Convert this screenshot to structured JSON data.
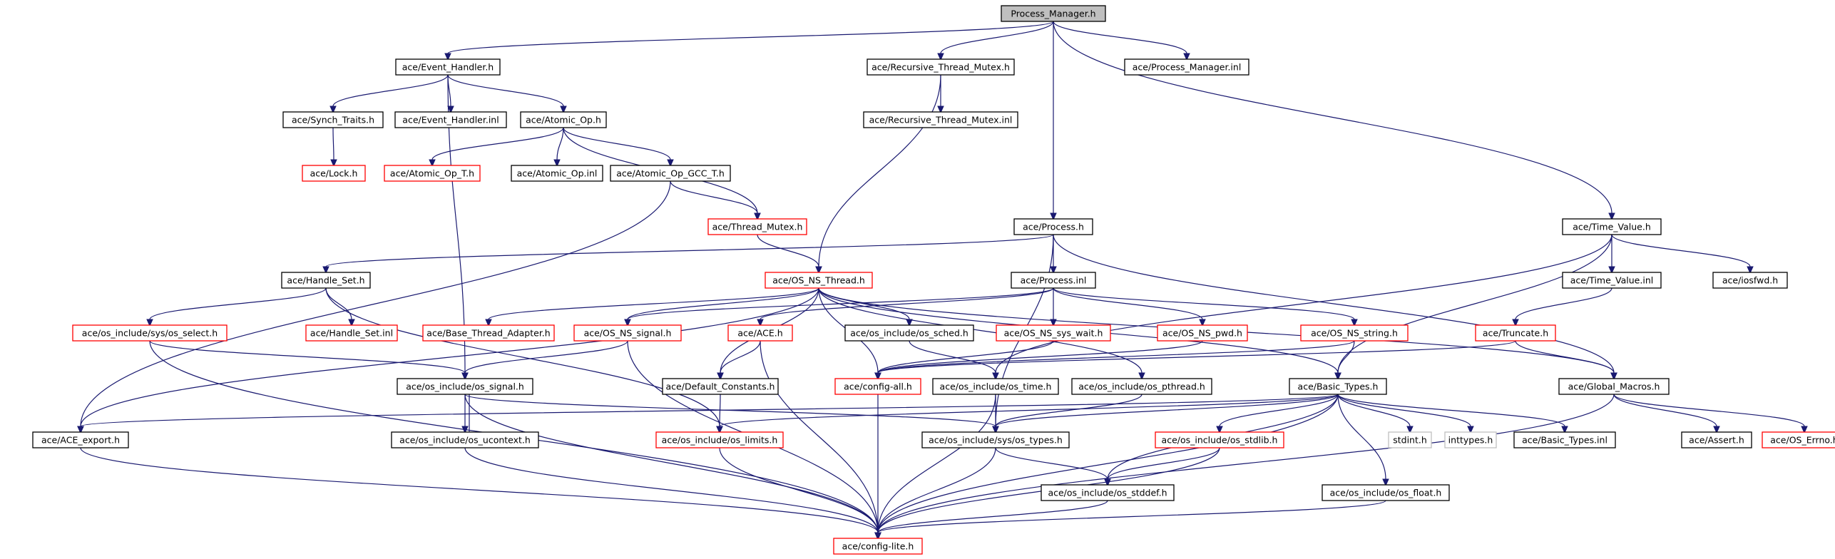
{
  "graph": {
    "colors": {
      "edge": "#191970",
      "normal_border": "#000000",
      "incomplete_border": "#ff0000",
      "missing_border": "#bfbfbf",
      "root_fill": "#bfbfbf"
    },
    "nodes": [
      {
        "id": "pm_h",
        "label": "Process_Manager.h",
        "kind": "root"
      },
      {
        "id": "event_handler_h",
        "label": "ace/Event_Handler.h",
        "kind": "normal"
      },
      {
        "id": "rec_mutex_h",
        "label": "ace/Recursive_Thread_Mutex.h",
        "kind": "normal"
      },
      {
        "id": "pm_inl",
        "label": "ace/Process_Manager.inl",
        "kind": "normal"
      },
      {
        "id": "synch_traits_h",
        "label": "ace/Synch_Traits.h",
        "kind": "normal"
      },
      {
        "id": "event_handler_inl",
        "label": "ace/Event_Handler.inl",
        "kind": "normal"
      },
      {
        "id": "atomic_op_h",
        "label": "ace/Atomic_Op.h",
        "kind": "normal"
      },
      {
        "id": "rec_mutex_inl",
        "label": "ace/Recursive_Thread_Mutex.inl",
        "kind": "normal"
      },
      {
        "id": "lock_h",
        "label": "ace/Lock.h",
        "kind": "incomplete"
      },
      {
        "id": "atomic_op_t_h",
        "label": "ace/Atomic_Op_T.h",
        "kind": "incomplete"
      },
      {
        "id": "atomic_op_inl",
        "label": "ace/Atomic_Op.inl",
        "kind": "normal"
      },
      {
        "id": "atomic_op_gcc_t_h",
        "label": "ace/Atomic_Op_GCC_T.h",
        "kind": "normal"
      },
      {
        "id": "thread_mutex_h",
        "label": "ace/Thread_Mutex.h",
        "kind": "incomplete"
      },
      {
        "id": "process_h",
        "label": "ace/Process.h",
        "kind": "normal"
      },
      {
        "id": "time_value_h",
        "label": "ace/Time_Value.h",
        "kind": "normal"
      },
      {
        "id": "handle_set_h",
        "label": "ace/Handle_Set.h",
        "kind": "normal"
      },
      {
        "id": "os_ns_thread_h",
        "label": "ace/OS_NS_Thread.h",
        "kind": "incomplete"
      },
      {
        "id": "process_inl",
        "label": "ace/Process.inl",
        "kind": "normal"
      },
      {
        "id": "time_value_inl",
        "label": "ace/Time_Value.inl",
        "kind": "normal"
      },
      {
        "id": "iosfwd_h",
        "label": "ace/iosfwd.h",
        "kind": "normal"
      },
      {
        "id": "os_select_h",
        "label": "ace/os_include/sys/os_select.h",
        "kind": "incomplete"
      },
      {
        "id": "handle_set_inl",
        "label": "ace/Handle_Set.inl",
        "kind": "incomplete"
      },
      {
        "id": "base_thread_adapter_h",
        "label": "ace/Base_Thread_Adapter.h",
        "kind": "incomplete"
      },
      {
        "id": "os_ns_signal_h",
        "label": "ace/OS_NS_signal.h",
        "kind": "incomplete"
      },
      {
        "id": "ace_h",
        "label": "ace/ACE.h",
        "kind": "incomplete"
      },
      {
        "id": "os_sched_h",
        "label": "ace/os_include/os_sched.h",
        "kind": "normal"
      },
      {
        "id": "os_ns_sys_wait_h",
        "label": "ace/OS_NS_sys_wait.h",
        "kind": "incomplete"
      },
      {
        "id": "os_ns_pwd_h",
        "label": "ace/OS_NS_pwd.h",
        "kind": "incomplete"
      },
      {
        "id": "os_ns_string_h",
        "label": "ace/OS_NS_string.h",
        "kind": "incomplete"
      },
      {
        "id": "truncate_h",
        "label": "ace/Truncate.h",
        "kind": "incomplete"
      },
      {
        "id": "os_signal_h",
        "label": "ace/os_include/os_signal.h",
        "kind": "normal"
      },
      {
        "id": "default_constants_h",
        "label": "ace/Default_Constants.h",
        "kind": "normal"
      },
      {
        "id": "config_all_h",
        "label": "ace/config-all.h",
        "kind": "incomplete"
      },
      {
        "id": "os_time_h",
        "label": "ace/os_include/os_time.h",
        "kind": "normal"
      },
      {
        "id": "os_pthread_h",
        "label": "ace/os_include/os_pthread.h",
        "kind": "normal"
      },
      {
        "id": "basic_types_h",
        "label": "ace/Basic_Types.h",
        "kind": "normal"
      },
      {
        "id": "global_macros_h",
        "label": "ace/Global_Macros.h",
        "kind": "normal"
      },
      {
        "id": "ace_export_h",
        "label": "ace/ACE_export.h",
        "kind": "normal"
      },
      {
        "id": "os_ucontext_h",
        "label": "ace/os_include/os_ucontext.h",
        "kind": "normal"
      },
      {
        "id": "os_limits_h",
        "label": "ace/os_include/os_limits.h",
        "kind": "incomplete"
      },
      {
        "id": "os_types_h",
        "label": "ace/os_include/sys/os_types.h",
        "kind": "normal"
      },
      {
        "id": "os_stdlib_h",
        "label": "ace/os_include/os_stdlib.h",
        "kind": "incomplete"
      },
      {
        "id": "stdint_h",
        "label": "stdint.h",
        "kind": "missing"
      },
      {
        "id": "inttypes_h",
        "label": "inttypes.h",
        "kind": "missing"
      },
      {
        "id": "basic_types_inl",
        "label": "ace/Basic_Types.inl",
        "kind": "normal"
      },
      {
        "id": "assert_h",
        "label": "ace/Assert.h",
        "kind": "normal"
      },
      {
        "id": "os_errno_h",
        "label": "ace/OS_Errno.h",
        "kind": "incomplete"
      },
      {
        "id": "os_stddef_h",
        "label": "ace/os_include/os_stddef.h",
        "kind": "normal"
      },
      {
        "id": "os_float_h",
        "label": "ace/os_include/os_float.h",
        "kind": "normal"
      },
      {
        "id": "config_lite_h",
        "label": "ace/config-lite.h",
        "kind": "incomplete"
      }
    ],
    "edges": [
      [
        "pm_h",
        "event_handler_h"
      ],
      [
        "pm_h",
        "rec_mutex_h"
      ],
      [
        "pm_h",
        "pm_inl"
      ],
      [
        "pm_h",
        "process_h"
      ],
      [
        "pm_h",
        "time_value_h"
      ],
      [
        "event_handler_h",
        "synch_traits_h"
      ],
      [
        "event_handler_h",
        "event_handler_inl"
      ],
      [
        "event_handler_h",
        "atomic_op_h"
      ],
      [
        "event_handler_h",
        "os_signal_h"
      ],
      [
        "synch_traits_h",
        "lock_h"
      ],
      [
        "atomic_op_h",
        "atomic_op_t_h"
      ],
      [
        "atomic_op_h",
        "atomic_op_inl"
      ],
      [
        "atomic_op_h",
        "atomic_op_gcc_t_h"
      ],
      [
        "atomic_op_h",
        "thread_mutex_h"
      ],
      [
        "atomic_op_gcc_t_h",
        "thread_mutex_h"
      ],
      [
        "atomic_op_gcc_t_h",
        "ace_export_h"
      ],
      [
        "rec_mutex_h",
        "rec_mutex_inl"
      ],
      [
        "rec_mutex_h",
        "os_ns_thread_h"
      ],
      [
        "thread_mutex_h",
        "os_ns_thread_h"
      ],
      [
        "process_h",
        "handle_set_h"
      ],
      [
        "process_h",
        "process_inl"
      ],
      [
        "process_h",
        "global_macros_h"
      ],
      [
        "process_h",
        "os_types_h"
      ],
      [
        "time_value_h",
        "time_value_inl"
      ],
      [
        "time_value_h",
        "iosfwd_h"
      ],
      [
        "time_value_h",
        "basic_types_h"
      ],
      [
        "time_value_h",
        "os_time_h"
      ],
      [
        "time_value_inl",
        "truncate_h"
      ],
      [
        "handle_set_h",
        "os_select_h"
      ],
      [
        "handle_set_h",
        "handle_set_inl"
      ],
      [
        "handle_set_h",
        "os_limits_h"
      ],
      [
        "os_ns_thread_h",
        "base_thread_adapter_h"
      ],
      [
        "os_ns_thread_h",
        "os_ns_signal_h"
      ],
      [
        "os_ns_thread_h",
        "os_sched_h"
      ],
      [
        "os_ns_thread_h",
        "default_constants_h"
      ],
      [
        "os_ns_thread_h",
        "config_all_h"
      ],
      [
        "os_ns_thread_h",
        "os_pthread_h"
      ],
      [
        "os_ns_thread_h",
        "basic_types_h"
      ],
      [
        "os_ns_thread_h",
        "global_macros_h"
      ],
      [
        "os_ns_thread_h",
        "ace_export_h"
      ],
      [
        "process_inl",
        "ace_h"
      ],
      [
        "process_inl",
        "os_ns_sys_wait_h"
      ],
      [
        "process_inl",
        "os_ns_pwd_h"
      ],
      [
        "process_inl",
        "os_ns_string_h"
      ],
      [
        "process_inl",
        "os_ns_signal_h"
      ],
      [
        "os_select_h",
        "os_signal_h"
      ],
      [
        "os_select_h",
        "config_lite_h"
      ],
      [
        "os_ns_signal_h",
        "os_signal_h"
      ],
      [
        "os_ns_signal_h",
        "config_lite_h"
      ],
      [
        "ace_h",
        "default_constants_h"
      ],
      [
        "ace_h",
        "config_lite_h"
      ],
      [
        "os_sched_h",
        "os_time_h"
      ],
      [
        "os_ns_sys_wait_h",
        "config_all_h"
      ],
      [
        "os_ns_pwd_h",
        "config_all_h"
      ],
      [
        "os_ns_string_h",
        "basic_types_h"
      ],
      [
        "os_ns_string_h",
        "config_all_h"
      ],
      [
        "truncate_h",
        "global_macros_h"
      ],
      [
        "truncate_h",
        "config_all_h"
      ],
      [
        "os_signal_h",
        "os_ucontext_h"
      ],
      [
        "os_signal_h",
        "os_types_h"
      ],
      [
        "os_signal_h",
        "config_lite_h"
      ],
      [
        "os_ucontext_h",
        "os_signal_h"
      ],
      [
        "os_ucontext_h",
        "config_lite_h"
      ],
      [
        "default_constants_h",
        "os_limits_h"
      ],
      [
        "config_all_h",
        "config_lite_h"
      ],
      [
        "os_time_h",
        "os_types_h"
      ],
      [
        "os_time_h",
        "config_lite_h"
      ],
      [
        "os_pthread_h",
        "os_types_h"
      ],
      [
        "basic_types_h",
        "ace_export_h"
      ],
      [
        "basic_types_h",
        "os_limits_h"
      ],
      [
        "basic_types_h",
        "os_types_h"
      ],
      [
        "basic_types_h",
        "os_stdlib_h"
      ],
      [
        "basic_types_h",
        "stdint_h"
      ],
      [
        "basic_types_h",
        "inttypes_h"
      ],
      [
        "basic_types_h",
        "basic_types_inl"
      ],
      [
        "basic_types_h",
        "os_float_h"
      ],
      [
        "basic_types_h",
        "os_stddef_h"
      ],
      [
        "basic_types_h",
        "config_lite_h"
      ],
      [
        "global_macros_h",
        "assert_h"
      ],
      [
        "global_macros_h",
        "os_errno_h"
      ],
      [
        "global_macros_h",
        "config_lite_h"
      ],
      [
        "ace_export_h",
        "config_lite_h"
      ],
      [
        "os_limits_h",
        "config_lite_h"
      ],
      [
        "os_types_h",
        "os_stddef_h"
      ],
      [
        "os_types_h",
        "config_lite_h"
      ],
      [
        "os_stdlib_h",
        "os_stddef_h"
      ],
      [
        "os_stdlib_h",
        "config_lite_h"
      ],
      [
        "os_stddef_h",
        "config_lite_h"
      ],
      [
        "os_float_h",
        "config_lite_h"
      ]
    ]
  }
}
